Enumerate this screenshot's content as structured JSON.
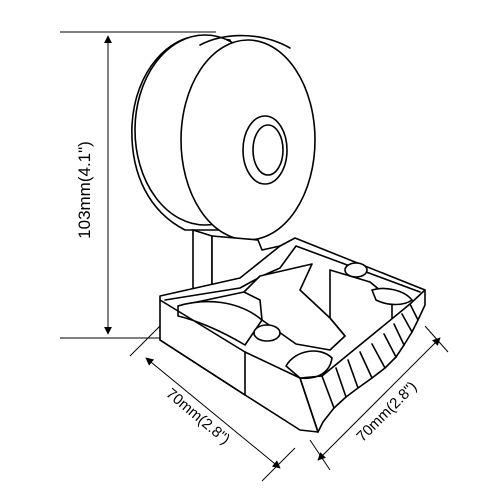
{
  "dimensions": {
    "height": "103mm(4.1\")",
    "width_left": "70mm(2.8\")",
    "width_right": "70mm(2.8\")"
  },
  "colors": {
    "line": "#000000",
    "background": "#ffffff"
  }
}
